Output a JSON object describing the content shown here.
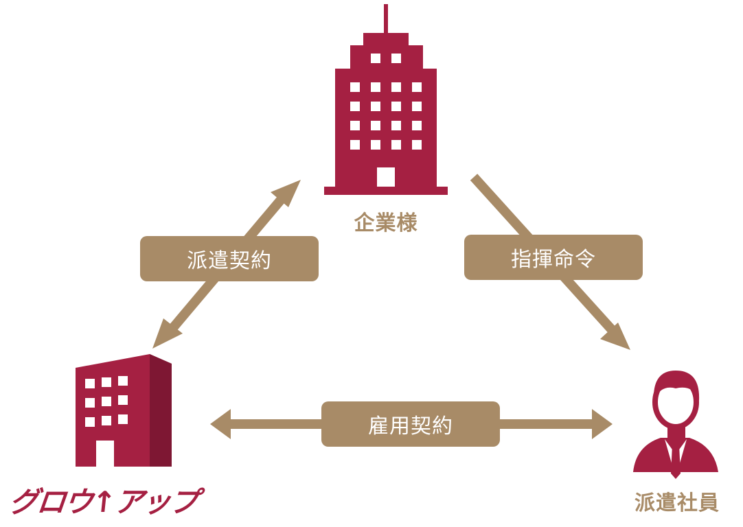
{
  "colors": {
    "brand": "#A52042",
    "arrow": "#A88B67",
    "label_text": "#FFFFFF"
  },
  "nodes": {
    "client": {
      "label": "企業様",
      "icon": "skyscraper-icon"
    },
    "agency": {
      "logo_text": "グロウ↑アップ",
      "icon": "office-building-icon"
    },
    "staff": {
      "label": "派遣社員",
      "icon": "businessman-icon"
    }
  },
  "edges": {
    "dispatch_contract": {
      "label": "派遣契約",
      "from": "agency",
      "to": "client",
      "direction": "both"
    },
    "command": {
      "label": "指揮命令",
      "from": "client",
      "to": "staff",
      "direction": "forward"
    },
    "employment_contract": {
      "label": "雇用契約",
      "from": "agency",
      "to": "staff",
      "direction": "both"
    }
  }
}
